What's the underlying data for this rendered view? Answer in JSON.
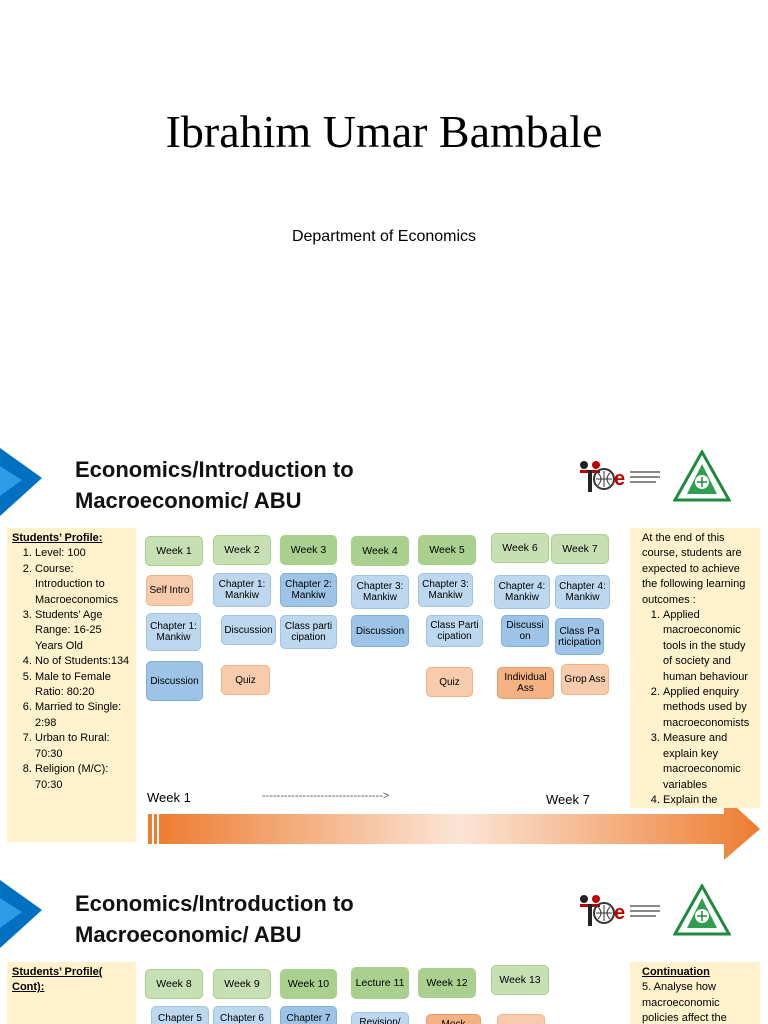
{
  "cover": {
    "author": "Ibrahim Umar Bambale",
    "department": "Department of Economics"
  },
  "slide1": {
    "title_line1": "Economics/Introduction to",
    "title_line2": "Macroeconomic/ ABU",
    "profile_heading": "Students’ Profile:",
    "profile_items": [
      "Level: 100",
      "Course: Introduction to Macroeconomics",
      "Students’ Age Range: 16-25 Years Old",
      "No of Students:134",
      "Male to Female Ratio: 80:20",
      "Married to Single: 2:98",
      "Urban to Rural: 70:30",
      "Religion (M/C): 70:30"
    ],
    "weeks": [
      "Week 1",
      "Week 2",
      "Week 3",
      "Week 4",
      "Week 5",
      "Week 6",
      "Week 7"
    ],
    "activities": {
      "w1a": "Self Intro",
      "w1b": "Chapter 1: Mankiw",
      "w1c": "Discussion",
      "w2a": "Chapter 1: Mankiw",
      "w2b": "Discussion",
      "w2c": "Quiz",
      "w3a": "Chapter 2: Mankiw",
      "w3b": "Class participation",
      "w4a": "Chapter 3: Mankiw",
      "w4b": "Discussion",
      "w5a": "Chapter 3: Mankiw",
      "w5b": "Class Participation",
      "w5c": "Quiz",
      "w6a": "Chapter 4: Mankiw",
      "w6b": "Discussion",
      "w6c": "Individual Ass",
      "w7a": "Chapter 4: Mankiw",
      "w7b": "Class Participation",
      "w7c": "Grop Ass"
    },
    "arrow_start": "Week 1",
    "arrow_dashes": "--------------------------------->",
    "arrow_end": "Week 7",
    "outcomes_intro": "At the end of this course, students are expected to achieve the following learning outcomes :",
    "outcomes": [
      "Applied macroeconomic tools in the study of society and human behaviour",
      "Applied enquiry methods used by macroeconomists",
      "Measure and explain key macroeconomic variables",
      "Explain the"
    ]
  },
  "slide2": {
    "title_line1": "Economics/Introduction to",
    "title_line2": "Macroeconomic/ ABU",
    "profile_heading": "Students’ Profile( Cont):",
    "weeks": [
      "Week 8",
      "Week 9",
      "Week 10",
      "Lecture 11",
      "Week 12",
      "Week 13"
    ],
    "activities": {
      "w8a": "Chapter 5",
      "w9a": "Chapter 6",
      "w10a": "Chapter 7",
      "w11a": "Revision/",
      "w12a": "Mock"
    },
    "continuation_heading": "Continuation",
    "continuation_text": "5. Analyse how macroeconomic policies affect the"
  },
  "colors": {
    "panel_bg": "#fff2cc",
    "week_green": "#c6e0b4",
    "activity_blue": "#bdd7ee",
    "activity_orange": "#f8cbad",
    "arrow_orange": "#ed7d31",
    "chevron_blue": "#0070c0"
  }
}
